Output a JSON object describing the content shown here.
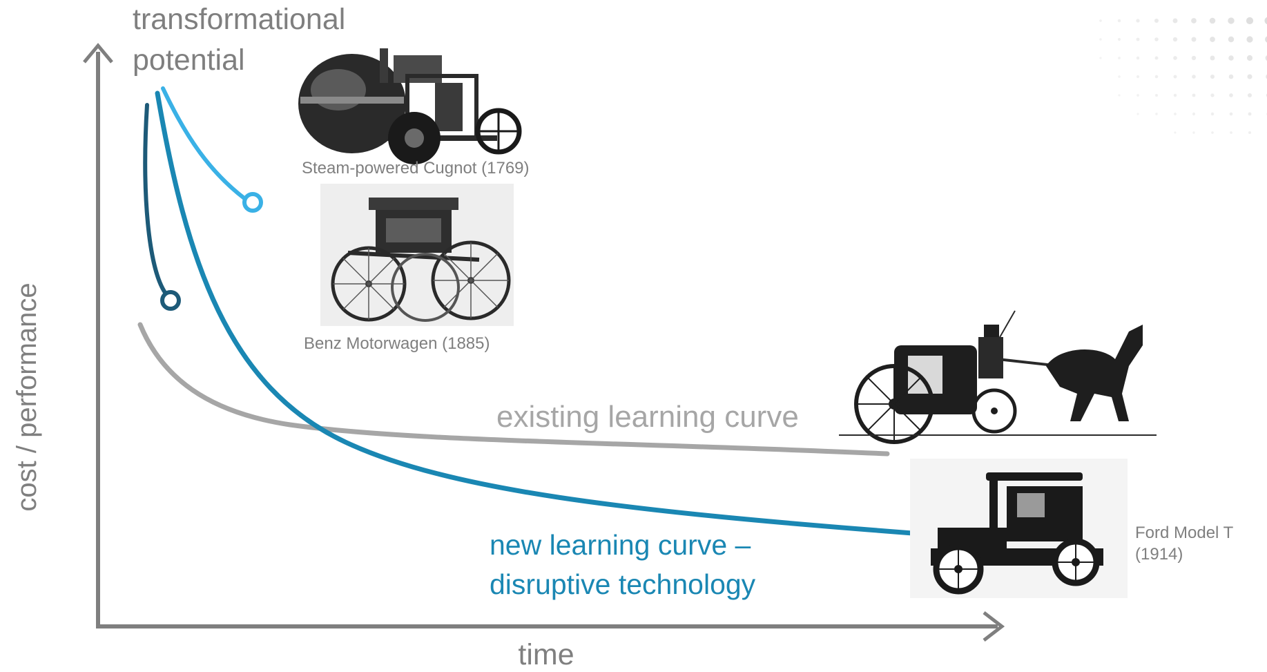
{
  "labels": {
    "top_line1": "transformational",
    "top_line2": "potential",
    "y_axis": "cost / performance",
    "x_axis": "time",
    "existing": "existing learning curve",
    "new_line1": "new learning curve –",
    "new_line2": "disruptive technology"
  },
  "captions": {
    "cugnot": "Steam-powered Cugnot (1769)",
    "benz": "Benz Motorwagen (1885)",
    "ford_line1": "Ford Model T",
    "ford_line2": "(1914)"
  },
  "colors": {
    "axis": "#7f7f7f",
    "existing_curve": "#a6a6a6",
    "new_curve": "#1a87b3",
    "light_curve": "#3ab1e6",
    "dark_curve": "#1d5a78",
    "label_grey": "#7f7f7f",
    "label_blue": "#1a87b3",
    "caption": "#7f7f7f"
  },
  "icons": [
    "cugnot-steam-vehicle-icon",
    "benz-motorwagen-icon",
    "horse-carriage-icon",
    "ford-model-t-icon",
    "dot-grid-decoration"
  ]
}
